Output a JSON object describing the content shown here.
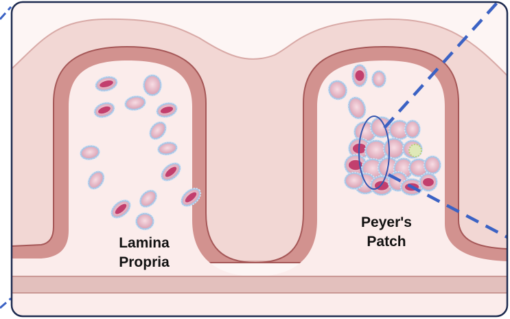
{
  "labels": {
    "lamina_propria_line1": "Lamina",
    "lamina_propria_line2": "Propria",
    "peyers_patch_line1": "Peyer's",
    "peyers_patch_line2": "Patch"
  },
  "colors": {
    "frame_border": "#1d2a4f",
    "dashed_lines": "#3b62c4",
    "background": "#fdf5f4",
    "lumen_wall": "#f2d7d4",
    "epithelium": "#d2928f",
    "epithelium_edge": "#a55757",
    "muscle_band": "#e3c0bd",
    "cell_membrane": "#a9c6e6",
    "cell_body": "#f0ccd6",
    "cell_nucleus": "#c23f6e",
    "highlight_ellipse": "#3556b0"
  }
}
